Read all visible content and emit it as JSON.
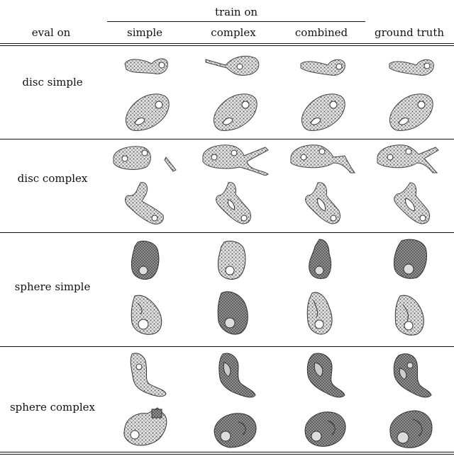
{
  "header": {
    "group_label": "train on",
    "row_label_header": "eval on",
    "columns": [
      "simple",
      "complex",
      "combined"
    ],
    "gt_column": "ground truth"
  },
  "rows": [
    {
      "label": "disc simple"
    },
    {
      "label": "disc complex"
    },
    {
      "label": "sphere simple"
    },
    {
      "label": "sphere complex"
    }
  ]
}
